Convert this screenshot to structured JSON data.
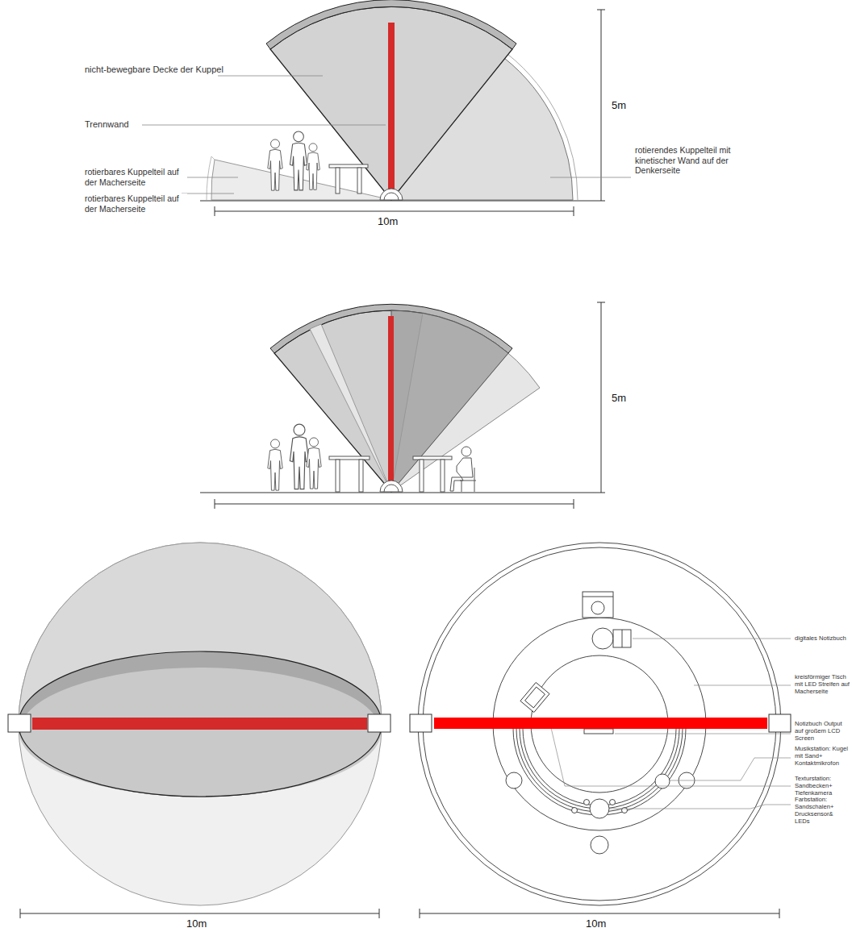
{
  "diagram": {
    "labels": [
      "nicht-bewegbare Decke der Kuppel",
      "Trennwand",
      "rotierbares Kuppelteil auf der Macherseite",
      "rotierbares Kuppelteil auf der Macherseite",
      "rotierendes Kuppelteil mit kinetischer Wand auf der Denkerseite",
      "5m",
      "10m",
      "5m",
      "10m",
      "10m",
      "digitales Notizbuch",
      "kreisförmiger Tisch mit LED Streifen auf Macherseite",
      "Notizbuch Output auf großem LCD Screen",
      "Musikstation: Kugel mit Sand+ Kontaktmikrofon",
      "Texturstation: Sandbecken+ Tiefenkamera",
      "Farbstation: Sandschalen+ Drucksensor& LEDs"
    ]
  }
}
